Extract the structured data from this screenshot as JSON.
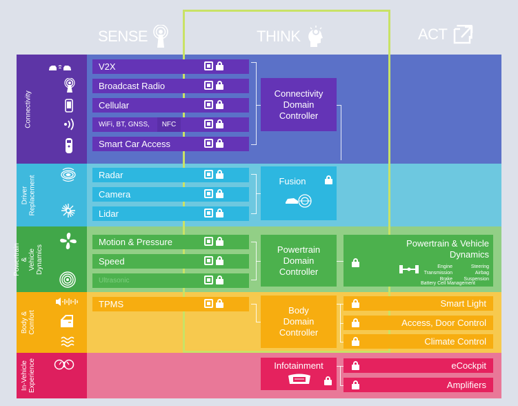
{
  "headers": {
    "sense": "SENSE",
    "think": "THINK",
    "act": "ACT"
  },
  "domains": {
    "connectivity": "Connectivity",
    "driver": "Driver Replacement",
    "powertrain": "Powertrain & Vehicle Dynamics",
    "body": "Body & Comfort",
    "invehicle": "In-Vehicle Experience"
  },
  "sensors": {
    "v2x": "V2X",
    "radio": "Broadcast Radio",
    "cellular": "Cellular",
    "wifi": "WiFi, BT, GNSS,",
    "nfc": "NFC",
    "smart_car": "Smart Car Access",
    "radar": "Radar",
    "camera": "Camera",
    "lidar": "Lidar",
    "motion": "Motion & Pressure",
    "speed": "Speed",
    "ultrasonic": "Ultrasonic",
    "tpms": "TPMS"
  },
  "controllers": {
    "connectivity": "Connectivity Domain Controller",
    "fusion": "Fusion",
    "powertrain": "Powertrain Domain Controller",
    "body": "Body Domain Controller",
    "infotainment": "Infotainment"
  },
  "actuators": {
    "pvd_title": "Powertrain & Vehicle Dynamics",
    "pvd_engine": "Engine",
    "pvd_steering": "Steering",
    "pvd_transmission": "Transmission",
    "pvd_airbag": "Airbag",
    "pvd_brake": "Brake",
    "pvd_suspension": "Suspension",
    "pvd_battery": "Battery Cell Management",
    "smart_light": "Smart Light",
    "access": "Access, Door Control",
    "climate": "Climate Control",
    "ecockpit": "eCockpit",
    "amplifiers": "Amplifiers"
  },
  "colors": {
    "connectivity_band": "#5b71c8",
    "connectivity_side": "#5d35a6",
    "connectivity_box": "#6434b6",
    "driver_band": "#6dc8e0",
    "driver_side": "#3fb9dd",
    "driver_box": "#2db7e0",
    "powertrain_band": "#92cf86",
    "powertrain_side": "#41a749",
    "powertrain_box": "#4cb14d",
    "body_band": "#f7c94e",
    "body_side": "#f6ad0f",
    "body_box": "#f7ad10",
    "invehicle_band": "#e97898",
    "invehicle_side": "#de1f5e",
    "invehicle_box": "#e5225e",
    "think_frame": "#c9e266"
  },
  "icons": {
    "cars": "cars-communication-icon",
    "radio": "radio-tower-icon",
    "phone": "mobile-phone-icon",
    "wireless": "wireless-signal-icon",
    "keyfob": "key-fob-icon",
    "radar": "radar-icon",
    "lidar": "laser-burst-icon",
    "fan": "fan-icon",
    "speed": "speed-spiral-icon",
    "speaker": "speaker-icon",
    "door": "car-door-icon",
    "heat": "heat-waves-icon",
    "gauge": "gauge-cluster-icon",
    "brain": "brain-icon",
    "antenna": "antenna-icon",
    "external": "external-link-icon",
    "chip": "chip-icon",
    "lock": "padlock-icon"
  }
}
